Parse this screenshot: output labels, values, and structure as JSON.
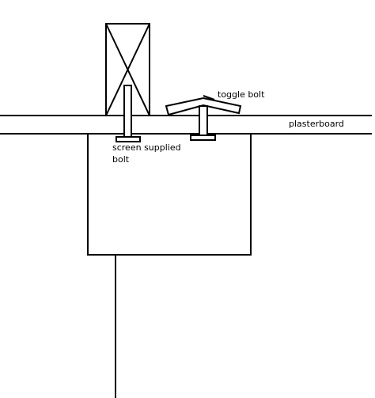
{
  "labels": {
    "toggle_bolt": "toggle bolt",
    "plasterboard": "plasterboard",
    "screen_bolt_line1": "screen supplied",
    "screen_bolt_line2": "bolt"
  },
  "colors": {
    "stroke": "#000000",
    "background": "#ffffff"
  }
}
